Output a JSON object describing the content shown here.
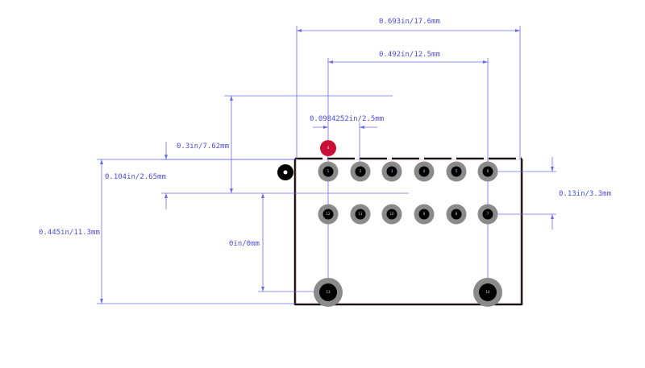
{
  "dimensions": {
    "overall_width": "0.693in/17.6mm",
    "pin_span": "0.492in/12.5mm",
    "pin_pitch": "0.0984252in/2.5mm",
    "body_offset": "0.3in/7.62mm",
    "row_offset": "0.104in/2.65mm",
    "overall_height": "0.445in/11.3mm",
    "zero_ref": "0in/0mm",
    "row_pitch": "0.13in/3.3mm"
  },
  "pins": {
    "top_row": [
      "1",
      "2",
      "3",
      "4",
      "5",
      "6"
    ],
    "bottom_row": [
      "12",
      "11",
      "10",
      "9",
      "8",
      "7"
    ],
    "mounting": [
      "13",
      "14"
    ],
    "marker": "0"
  },
  "colors": {
    "dimension": "#4a4ae0",
    "pad": "#8a8a8a",
    "drill": "#000000",
    "marker": "#c8103a",
    "outline": "#000000"
  }
}
